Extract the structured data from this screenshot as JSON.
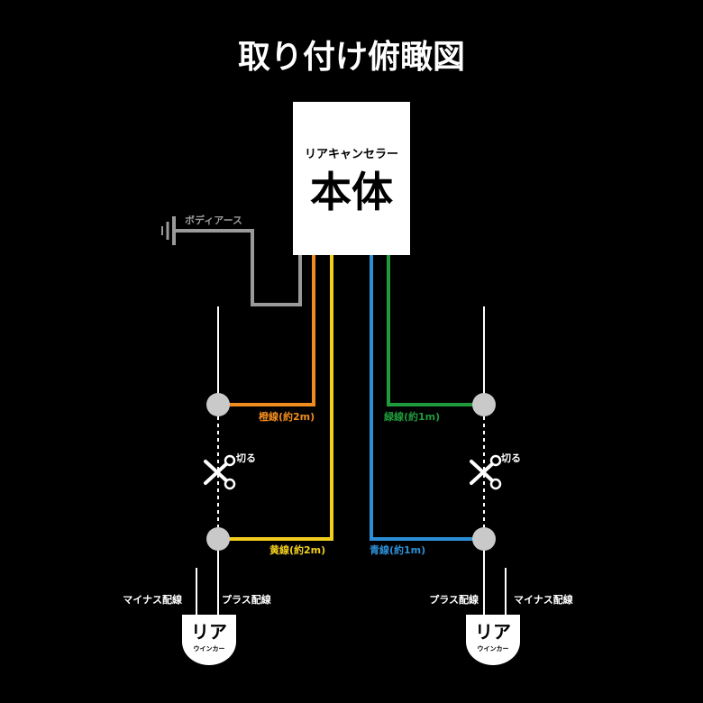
{
  "title": "取り付け俯瞰図",
  "unit": {
    "subtitle": "リアキャンセラー",
    "name": "本体"
  },
  "labels": {
    "ground": "ボディアース",
    "orange_wire": "橙線(約2m)",
    "yellow_wire": "黄線(約2m)",
    "green_wire": "緑線(約1m)",
    "blue_wire": "青線(約1m)",
    "cut_left": "切る",
    "cut_right": "切る",
    "left_minus": "マイナス配線",
    "left_plus": "プラス配線",
    "right_plus": "プラス配線",
    "right_minus": "マイナス配線"
  },
  "lamp_left": {
    "title": "リア",
    "subtitle": "ウインカー"
  },
  "lamp_right": {
    "title": "リア",
    "subtitle": "ウインカー"
  },
  "colors": {
    "background": "#000000",
    "orange": "#f08c1e",
    "yellow": "#f2cf1f",
    "green": "#1f9a3c",
    "blue": "#2c8fd6",
    "ground_wire": "#9a9a9a",
    "node": "#c9c9c9"
  }
}
